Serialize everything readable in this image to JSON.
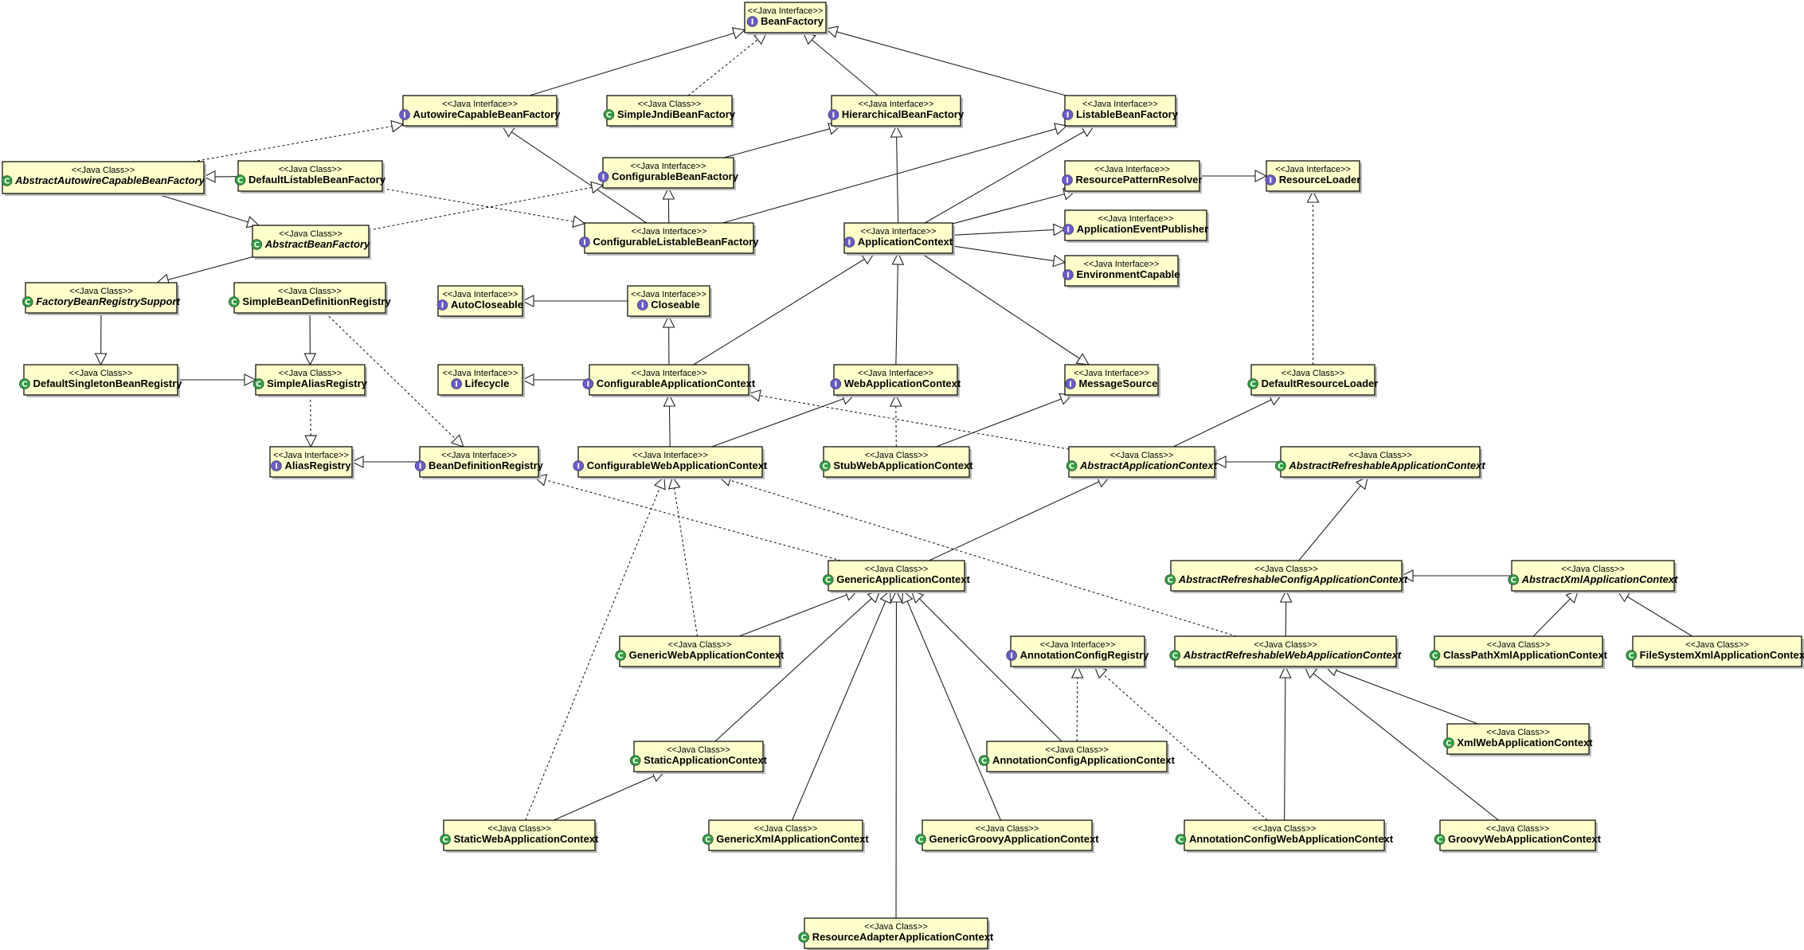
{
  "stereotypes": {
    "interface": "<<Java Interface>>",
    "class": "<<Java Class>>"
  },
  "colors": {
    "box_fill": "#ffffcc",
    "interface_icon": "#6a5acd",
    "class_icon": "#2e9e3e"
  },
  "icons": {
    "interface": "interface-i-icon",
    "class": "class-c-icon"
  },
  "nodes": [
    {
      "id": "BeanFactory",
      "kind": "interface",
      "name": "BeanFactory"
    },
    {
      "id": "AutowireCapableBeanFactory",
      "kind": "interface",
      "name": "AutowireCapableBeanFactory"
    },
    {
      "id": "SimpleJndiBeanFactory",
      "kind": "class",
      "name": "SimpleJndiBeanFactory"
    },
    {
      "id": "HierarchicalBeanFactory",
      "kind": "interface",
      "name": "HierarchicalBeanFactory"
    },
    {
      "id": "ListableBeanFactory",
      "kind": "interface",
      "name": "ListableBeanFactory"
    },
    {
      "id": "AbstractAutowireCapableBeanFactory",
      "kind": "class",
      "name": "AbstractAutowireCapableBeanFactory",
      "abstract": true
    },
    {
      "id": "DefaultListableBeanFactory",
      "kind": "class",
      "name": "DefaultListableBeanFactory"
    },
    {
      "id": "ConfigurableBeanFactory",
      "kind": "interface",
      "name": "ConfigurableBeanFactory"
    },
    {
      "id": "ResourcePatternResolver",
      "kind": "interface",
      "name": "ResourcePatternResolver"
    },
    {
      "id": "ResourceLoader",
      "kind": "interface",
      "name": "ResourceLoader"
    },
    {
      "id": "AbstractBeanFactory",
      "kind": "class",
      "name": "AbstractBeanFactory",
      "abstract": true
    },
    {
      "id": "ConfigurableListableBeanFactory",
      "kind": "interface",
      "name": "ConfigurableListableBeanFactory"
    },
    {
      "id": "ApplicationContext",
      "kind": "interface",
      "name": "ApplicationContext"
    },
    {
      "id": "ApplicationEventPublisher",
      "kind": "interface",
      "name": "ApplicationEventPublisher"
    },
    {
      "id": "EnvironmentCapable",
      "kind": "interface",
      "name": "EnvironmentCapable"
    },
    {
      "id": "FactoryBeanRegistrySupport",
      "kind": "class",
      "name": "FactoryBeanRegistrySupport",
      "abstract": true
    },
    {
      "id": "SimpleBeanDefinitionRegistry",
      "kind": "class",
      "name": "SimpleBeanDefinitionRegistry"
    },
    {
      "id": "AutoCloseable",
      "kind": "interface",
      "name": "AutoCloseable"
    },
    {
      "id": "Closeable",
      "kind": "interface",
      "name": "Closeable"
    },
    {
      "id": "DefaultSingletonBeanRegistry",
      "kind": "class",
      "name": "DefaultSingletonBeanRegistry"
    },
    {
      "id": "SimpleAliasRegistry",
      "kind": "class",
      "name": "SimpleAliasRegistry"
    },
    {
      "id": "Lifecycle",
      "kind": "interface",
      "name": "Lifecycle"
    },
    {
      "id": "ConfigurableApplicationContext",
      "kind": "interface",
      "name": "ConfigurableApplicationContext"
    },
    {
      "id": "WebApplicationContext",
      "kind": "interface",
      "name": "WebApplicationContext"
    },
    {
      "id": "MessageSource",
      "kind": "interface",
      "name": "MessageSource"
    },
    {
      "id": "DefaultResourceLoader",
      "kind": "class",
      "name": "DefaultResourceLoader"
    },
    {
      "id": "AliasRegistry",
      "kind": "interface",
      "name": "AliasRegistry"
    },
    {
      "id": "BeanDefinitionRegistry",
      "kind": "interface",
      "name": "BeanDefinitionRegistry"
    },
    {
      "id": "ConfigurableWebApplicationContext",
      "kind": "interface",
      "name": "ConfigurableWebApplicationContext"
    },
    {
      "id": "StubWebApplicationContext",
      "kind": "class",
      "name": "StubWebApplicationContext"
    },
    {
      "id": "AbstractApplicationContext",
      "kind": "class",
      "name": "AbstractApplicationContext",
      "abstract": true
    },
    {
      "id": "AbstractRefreshableApplicationContext",
      "kind": "class",
      "name": "AbstractRefreshableApplicationContext",
      "abstract": true
    },
    {
      "id": "GenericApplicationContext",
      "kind": "class",
      "name": "GenericApplicationContext"
    },
    {
      "id": "AbstractRefreshableConfigApplicationContext",
      "kind": "class",
      "name": "AbstractRefreshableConfigApplicationContext",
      "abstract": true
    },
    {
      "id": "AbstractXmlApplicationContext",
      "kind": "class",
      "name": "AbstractXmlApplicationContext",
      "abstract": true
    },
    {
      "id": "GenericWebApplicationContext",
      "kind": "class",
      "name": "GenericWebApplicationContext"
    },
    {
      "id": "AnnotationConfigRegistry",
      "kind": "interface",
      "name": "AnnotationConfigRegistry"
    },
    {
      "id": "AbstractRefreshableWebApplicationContext",
      "kind": "class",
      "name": "AbstractRefreshableWebApplicationContext",
      "abstract": true
    },
    {
      "id": "ClassPathXmlApplicationContext",
      "kind": "class",
      "name": "ClassPathXmlApplicationContext"
    },
    {
      "id": "FileSystemXmlApplicationContext",
      "kind": "class",
      "name": "FileSystemXmlApplicationContext"
    },
    {
      "id": "XmlWebApplicationContext",
      "kind": "class",
      "name": "XmlWebApplicationContext"
    },
    {
      "id": "StaticApplicationContext",
      "kind": "class",
      "name": "StaticApplicationContext"
    },
    {
      "id": "AnnotationConfigApplicationContext",
      "kind": "class",
      "name": "AnnotationConfigApplicationContext"
    },
    {
      "id": "StaticWebApplicationContext",
      "kind": "class",
      "name": "StaticWebApplicationContext"
    },
    {
      "id": "GenericXmlApplicationContext",
      "kind": "class",
      "name": "GenericXmlApplicationContext"
    },
    {
      "id": "GenericGroovyApplicationContext",
      "kind": "class",
      "name": "GenericGroovyApplicationContext"
    },
    {
      "id": "AnnotationConfigWebApplicationContext",
      "kind": "class",
      "name": "AnnotationConfigWebApplicationContext"
    },
    {
      "id": "GroovyWebApplicationContext",
      "kind": "class",
      "name": "GroovyWebApplicationContext"
    },
    {
      "id": "ResourceAdapterApplicationContext",
      "kind": "class",
      "name": "ResourceAdapterApplicationContext"
    }
  ],
  "edges": [
    {
      "from": "AutowireCapableBeanFactory",
      "to": "BeanFactory",
      "type": "extends"
    },
    {
      "from": "SimpleJndiBeanFactory",
      "to": "BeanFactory",
      "type": "implements"
    },
    {
      "from": "HierarchicalBeanFactory",
      "to": "BeanFactory",
      "type": "extends"
    },
    {
      "from": "ListableBeanFactory",
      "to": "BeanFactory",
      "type": "extends"
    },
    {
      "from": "AbstractAutowireCapableBeanFactory",
      "to": "AutowireCapableBeanFactory",
      "type": "implements"
    },
    {
      "from": "DefaultListableBeanFactory",
      "to": "AbstractAutowireCapableBeanFactory",
      "type": "extends"
    },
    {
      "from": "DefaultListableBeanFactory",
      "to": "ConfigurableListableBeanFactory",
      "type": "implements"
    },
    {
      "from": "ConfigurableBeanFactory",
      "to": "HierarchicalBeanFactory",
      "type": "extends"
    },
    {
      "from": "ConfigurableListableBeanFactory",
      "to": "ConfigurableBeanFactory",
      "type": "extends"
    },
    {
      "from": "ConfigurableListableBeanFactory",
      "to": "AutowireCapableBeanFactory",
      "type": "extends"
    },
    {
      "from": "ConfigurableListableBeanFactory",
      "to": "ListableBeanFactory",
      "type": "extends"
    },
    {
      "from": "AbstractAutowireCapableBeanFactory",
      "to": "AbstractBeanFactory",
      "type": "extends"
    },
    {
      "from": "AbstractBeanFactory",
      "to": "ConfigurableBeanFactory",
      "type": "implements"
    },
    {
      "from": "AbstractBeanFactory",
      "to": "FactoryBeanRegistrySupport",
      "type": "extends"
    },
    {
      "from": "FactoryBeanRegistrySupport",
      "to": "DefaultSingletonBeanRegistry",
      "type": "extends"
    },
    {
      "from": "DefaultSingletonBeanRegistry",
      "to": "SimpleAliasRegistry",
      "type": "extends"
    },
    {
      "from": "SimpleBeanDefinitionRegistry",
      "to": "SimpleAliasRegistry",
      "type": "extends"
    },
    {
      "from": "SimpleBeanDefinitionRegistry",
      "to": "BeanDefinitionRegistry",
      "type": "implements"
    },
    {
      "from": "SimpleAliasRegistry",
      "to": "AliasRegistry",
      "type": "implements"
    },
    {
      "from": "BeanDefinitionRegistry",
      "to": "AliasRegistry",
      "type": "extends"
    },
    {
      "from": "ResourcePatternResolver",
      "to": "ResourceLoader",
      "type": "extends"
    },
    {
      "from": "DefaultResourceLoader",
      "to": "ResourceLoader",
      "type": "implements"
    },
    {
      "from": "ApplicationContext",
      "to": "HierarchicalBeanFactory",
      "type": "extends"
    },
    {
      "from": "ApplicationContext",
      "to": "ListableBeanFactory",
      "type": "extends"
    },
    {
      "from": "ApplicationContext",
      "to": "ResourcePatternResolver",
      "type": "extends"
    },
    {
      "from": "ApplicationContext",
      "to": "ApplicationEventPublisher",
      "type": "extends"
    },
    {
      "from": "ApplicationContext",
      "to": "EnvironmentCapable",
      "type": "extends"
    },
    {
      "from": "ApplicationContext",
      "to": "MessageSource",
      "type": "extends"
    },
    {
      "from": "Closeable",
      "to": "AutoCloseable",
      "type": "extends"
    },
    {
      "from": "ConfigurableApplicationContext",
      "to": "Closeable",
      "type": "extends"
    },
    {
      "from": "ConfigurableApplicationContext",
      "to": "Lifecycle",
      "type": "extends"
    },
    {
      "from": "ConfigurableApplicationContext",
      "to": "ApplicationContext",
      "type": "extends"
    },
    {
      "from": "WebApplicationContext",
      "to": "ApplicationContext",
      "type": "extends"
    },
    {
      "from": "ConfigurableWebApplicationContext",
      "to": "ConfigurableApplicationContext",
      "type": "extends"
    },
    {
      "from": "ConfigurableWebApplicationContext",
      "to": "WebApplicationContext",
      "type": "extends"
    },
    {
      "from": "StubWebApplicationContext",
      "to": "WebApplicationContext",
      "type": "implements"
    },
    {
      "from": "StubWebApplicationContext",
      "to": "MessageSource",
      "type": "extends"
    },
    {
      "from": "AbstractApplicationContext",
      "to": "ConfigurableApplicationContext",
      "type": "implements"
    },
    {
      "from": "AbstractApplicationContext",
      "to": "DefaultResourceLoader",
      "type": "extends"
    },
    {
      "from": "AbstractRefreshableApplicationContext",
      "to": "AbstractApplicationContext",
      "type": "extends"
    },
    {
      "from": "GenericApplicationContext",
      "to": "AbstractApplicationContext",
      "type": "extends"
    },
    {
      "from": "GenericApplicationContext",
      "to": "BeanDefinitionRegistry",
      "type": "implements"
    },
    {
      "from": "AbstractRefreshableConfigApplicationContext",
      "to": "AbstractRefreshableApplicationContext",
      "type": "extends"
    },
    {
      "from": "AbstractXmlApplicationContext",
      "to": "AbstractRefreshableConfigApplicationContext",
      "type": "extends"
    },
    {
      "from": "ClassPathXmlApplicationContext",
      "to": "AbstractXmlApplicationContext",
      "type": "extends"
    },
    {
      "from": "FileSystemXmlApplicationContext",
      "to": "AbstractXmlApplicationContext",
      "type": "extends"
    },
    {
      "from": "AbstractRefreshableWebApplicationContext",
      "to": "AbstractRefreshableConfigApplicationContext",
      "type": "extends"
    },
    {
      "from": "AbstractRefreshableWebApplicationContext",
      "to": "ConfigurableWebApplicationContext",
      "type": "implements"
    },
    {
      "from": "XmlWebApplicationContext",
      "to": "AbstractRefreshableWebApplicationContext",
      "type": "extends"
    },
    {
      "from": "AnnotationConfigWebApplicationContext",
      "to": "AbstractRefreshableWebApplicationContext",
      "type": "extends"
    },
    {
      "from": "AnnotationConfigWebApplicationContext",
      "to": "AnnotationConfigRegistry",
      "type": "implements"
    },
    {
      "from": "GroovyWebApplicationContext",
      "to": "AbstractRefreshableWebApplicationContext",
      "type": "extends"
    },
    {
      "from": "GenericWebApplicationContext",
      "to": "GenericApplicationContext",
      "type": "extends"
    },
    {
      "from": "GenericWebApplicationContext",
      "to": "ConfigurableWebApplicationContext",
      "type": "implements"
    },
    {
      "from": "StaticApplicationContext",
      "to": "GenericApplicationContext",
      "type": "extends"
    },
    {
      "from": "AnnotationConfigApplicationContext",
      "to": "GenericApplicationContext",
      "type": "extends"
    },
    {
      "from": "AnnotationConfigApplicationContext",
      "to": "AnnotationConfigRegistry",
      "type": "implements"
    },
    {
      "from": "StaticWebApplicationContext",
      "to": "StaticApplicationContext",
      "type": "extends"
    },
    {
      "from": "StaticWebApplicationContext",
      "to": "ConfigurableWebApplicationContext",
      "type": "implements"
    },
    {
      "from": "GenericXmlApplicationContext",
      "to": "GenericApplicationContext",
      "type": "extends"
    },
    {
      "from": "GenericGroovyApplicationContext",
      "to": "GenericApplicationContext",
      "type": "extends"
    },
    {
      "from": "ResourceAdapterApplicationContext",
      "to": "GenericApplicationContext",
      "type": "extends"
    }
  ]
}
